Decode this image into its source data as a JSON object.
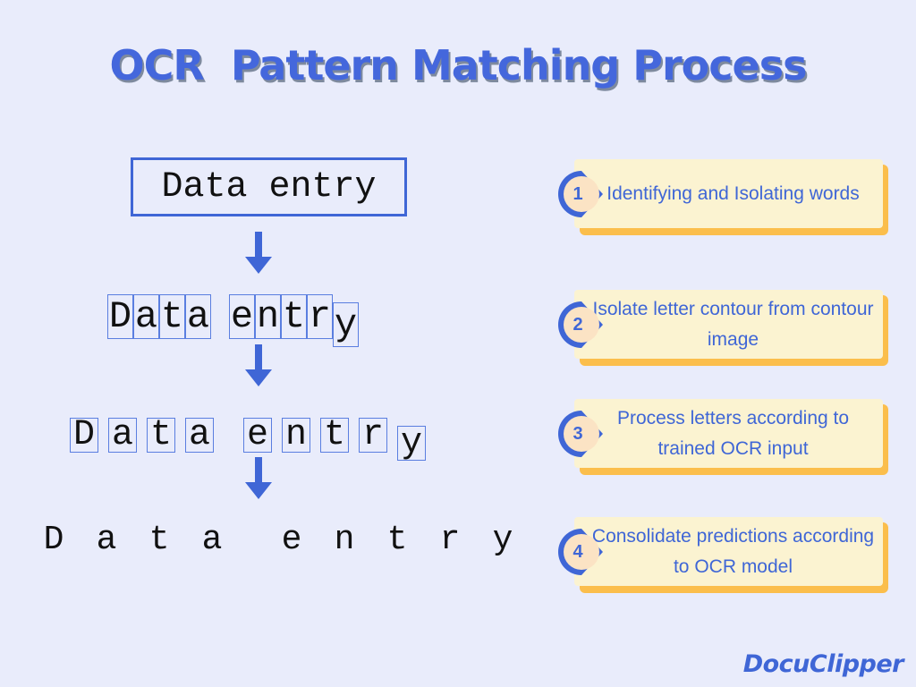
{
  "title": "OCR  Pattern Matching Process",
  "rows": {
    "row1": "Data entry",
    "row2": [
      "D",
      "a",
      "t",
      "a",
      " ",
      "e",
      "n",
      "t",
      "r",
      "y"
    ],
    "row3": [
      "D",
      "a",
      "t",
      "a",
      " ",
      "e",
      "n",
      "t",
      "r",
      "y"
    ],
    "row4": [
      "D",
      "a",
      "t",
      "a",
      " ",
      "e",
      "n",
      "t",
      "r",
      "y"
    ]
  },
  "steps": [
    {
      "number": "1",
      "label": "Identifying and Isolating words"
    },
    {
      "number": "2",
      "label": "Isolate letter contour from contour image"
    },
    {
      "number": "3",
      "label": "Process letters according to trained OCR input"
    },
    {
      "number": "4",
      "label": "Consolidate predictions according to OCR model"
    }
  ],
  "logo": "DocuClipper",
  "colors": {
    "background": "#e9ecfb",
    "accent_blue": "#3f66d6",
    "card_fill": "#fbf3d1",
    "card_shadow": "#fbbe4c"
  }
}
